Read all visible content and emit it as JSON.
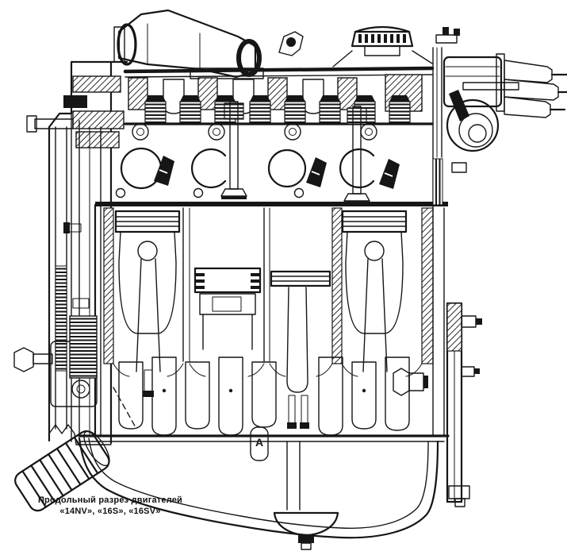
{
  "page": {
    "background": "#ffffff",
    "ink_color": "#161616"
  },
  "figure": {
    "type": "technical-cutaway-illustration",
    "subject": "engine-longitudinal-cross-section",
    "caption": {
      "line1": "Продольный разрез двигателей",
      "line2": "«14NV», «16S», «16SV»"
    },
    "marks": {
      "crankshaft_tab": "A"
    }
  }
}
